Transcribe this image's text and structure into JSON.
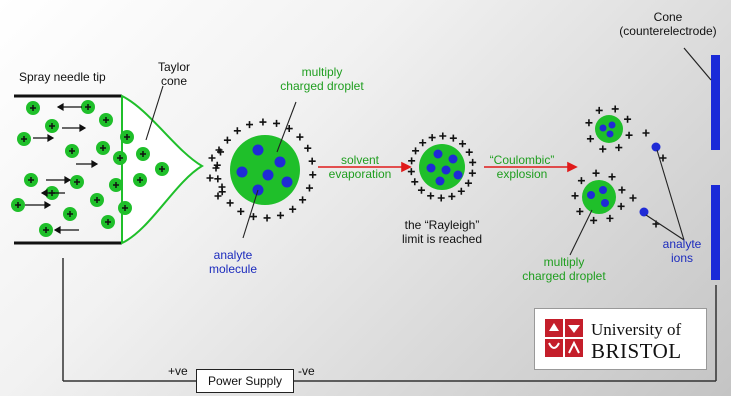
{
  "labels": {
    "spray_needle_tip": "Spray needle tip",
    "taylor_cone_1": "Taylor",
    "taylor_cone_2": "cone",
    "multiply_droplet_top_1": "multiply",
    "multiply_droplet_top_2": "charged droplet",
    "solvent_evaporation_1": "solvent",
    "solvent_evaporation_2": "evaporation",
    "coulombic_explosion_1": "“Coulombic”",
    "coulombic_explosion_2": "explosion",
    "rayleigh_1": "the “Rayleigh”",
    "rayleigh_2": "limit is reached",
    "analyte_molecule_1": "analyte",
    "analyte_molecule_2": "molecule",
    "multiply_droplet_bottom_1": "multiply",
    "multiply_droplet_bottom_2": "charged droplet",
    "analyte_ions_1": "analyte",
    "analyte_ions_2": "ions",
    "cone_counterelectrode_1": "Cone",
    "cone_counterelectrode_2": "(counterelectrode)",
    "power_supply": "Power Supply",
    "plus_ve": "+ve",
    "minus_ve": "-ve"
  },
  "logo": {
    "line1": "University of",
    "line2": "BRISTOL"
  },
  "colors": {
    "droplet_green": "#1fbf2a",
    "analyte_blue": "#1f2bd6",
    "arrow_red": "#e01b1b",
    "label_green": "#1f9e1f",
    "label_blue": "#1c2bbd",
    "electrode_blue": "#1a2ad8",
    "crest_red": "#c41e2a"
  }
}
